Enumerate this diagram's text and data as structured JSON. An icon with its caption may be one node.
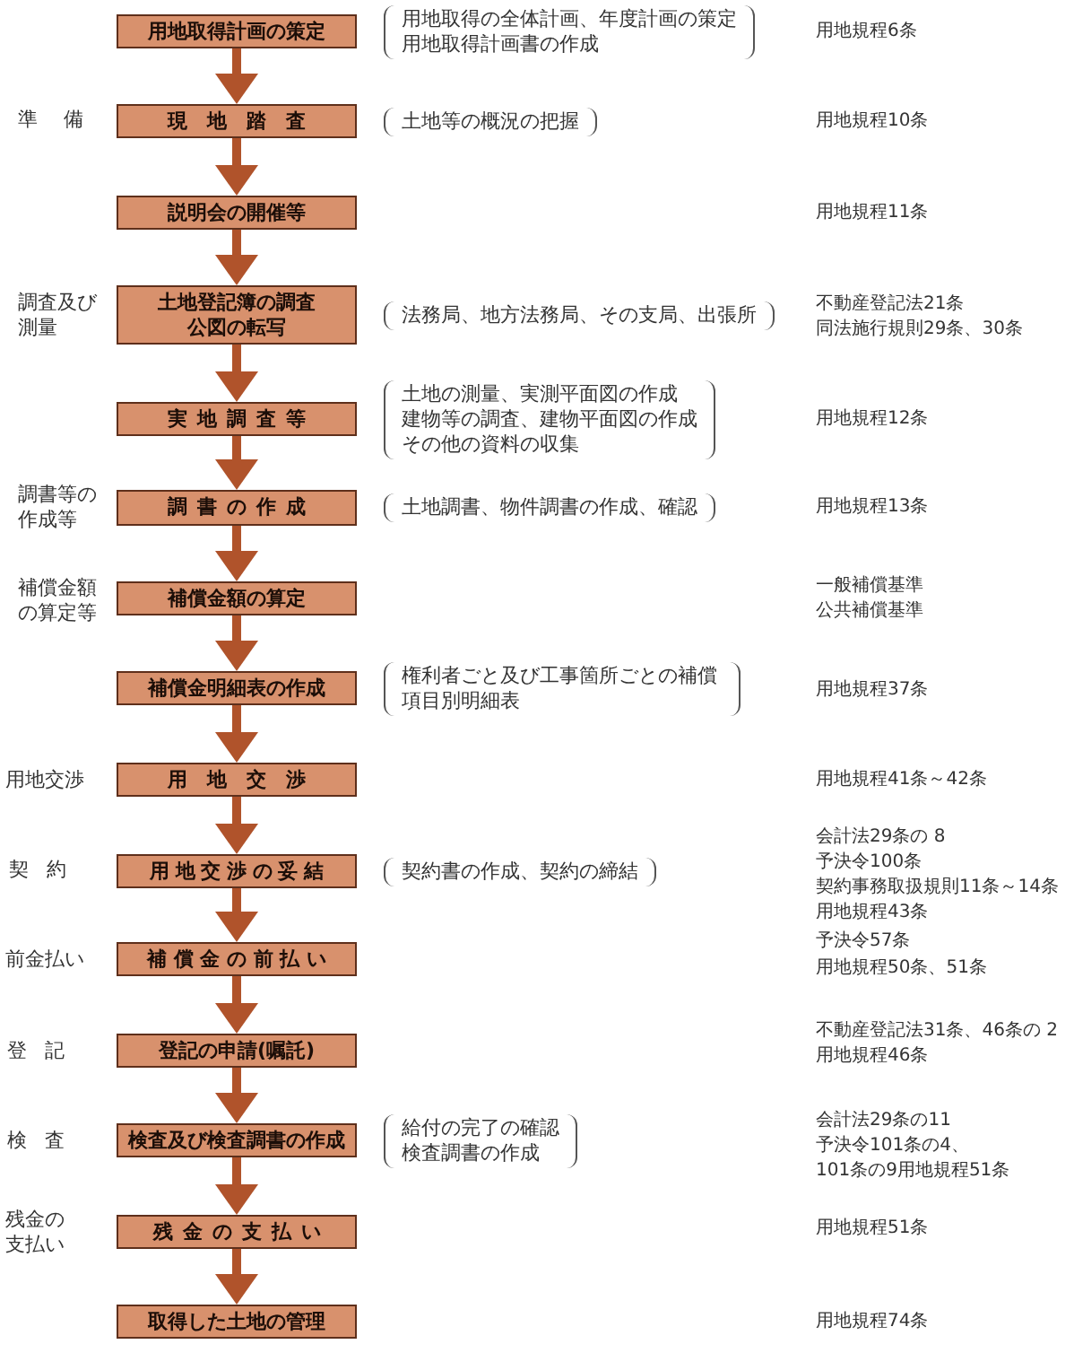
{
  "diagram": {
    "nodes": [
      {
        "text": [
          "用地取得計画の策定"
        ],
        "beside": [
          "用地取得の全体計画、年度計画の策定",
          "用地取得計画書の作成"
        ]
      },
      {
        "text": [
          "現地踏査"
        ],
        "beside": [
          "土地等の概況の把握"
        ]
      },
      {
        "text": [
          "説明会の開催等"
        ]
      },
      {
        "text": [
          "土地登記簿の調査公図の転写"
        ],
        "beside": [
          "法務局、地方法務局、その支局、出張所"
        ]
      },
      {
        "text": [
          "実地調査等"
        ],
        "beside": [
          "土地の測量、実測平面図の作成",
          "建物等の調査、建物平面図の作成",
          "その他の資料の収集"
        ]
      },
      {
        "text": [
          "調書の作成"
        ],
        "beside": [
          "土地調書、物件調書の作成、確認"
        ]
      },
      {
        "text": [
          "補償金額の算定"
        ]
      },
      {
        "text": [
          "補償金明細表の作成"
        ],
        "beside": [
          "権利者ごと及び工事箇所ごとの補償項目別明細表"
        ]
      },
      {
        "text": [
          "用地交渉"
        ]
      },
      {
        "text": [
          "用地交渉の妥結"
        ],
        "beside": [
          "契約書の作成、契約の締結"
        ]
      },
      {
        "text": [
          "補償金の前払い"
        ]
      },
      {
        "text": [
          "登記の申請(嘱託)"
        ]
      },
      {
        "text": [
          "検査及び検査調書の作成"
        ],
        "beside": [
          "給付の完了の確認",
          "検査調書の作成"
        ]
      },
      {
        "text": [
          "残金の支払い"
        ]
      },
      {
        "text": [
          "取得した土地の管理"
        ]
      }
    ],
    "edges": [
      {
        "from": 0,
        "to": 1,
        "arrow": "to"
      },
      {
        "from": 1,
        "to": 2,
        "arrow": "to"
      },
      {
        "from": 2,
        "to": 3,
        "arrow": "to"
      },
      {
        "from": 3,
        "to": 4,
        "arrow": "to"
      },
      {
        "from": 4,
        "to": 5,
        "arrow": "to"
      },
      {
        "from": 5,
        "to": 6,
        "arrow": "to"
      },
      {
        "from": 6,
        "to": 7,
        "arrow": "to"
      },
      {
        "from": 7,
        "to": 8,
        "arrow": "to"
      },
      {
        "from": 8,
        "to": 9,
        "arrow": "to"
      },
      {
        "from": 9,
        "to": 10,
        "arrow": "to"
      },
      {
        "from": 10,
        "to": 11,
        "arrow": "to"
      },
      {
        "from": 11,
        "to": 12,
        "arrow": "to"
      },
      {
        "from": 12,
        "to": 13,
        "arrow": "to"
      },
      {
        "from": 13,
        "to": 14,
        "arrow": "to"
      }
    ],
    "labels": [
      "用地規程6条",
      "準備",
      "用地規程10条",
      "用地規程11条",
      "調査及び測量",
      "不動産登記法21条",
      "同法施行規則29条、30条",
      "用地規程12条",
      "調書等の作成等",
      "用地規程13条",
      "補償金額の算定等",
      "一般補償基準",
      "公共補償基準",
      "用地規程37条",
      "用地交渉",
      "用地規程41条～42条",
      "契約",
      "会計法29条の 8",
      "予決令100条",
      "契約事務取扱規則11条～14条",
      "用地規程43条",
      "前金払い",
      "予決令57条",
      "用地規程50条、51条",
      "登記",
      "不動産登記法31条、46条の 2",
      "用地規程46条",
      "検査",
      "会計法29条の11",
      "予決令101条の4、",
      "101条の9用地規程51条",
      "残金の支払い",
      "用地規程51条",
      "用地規程74条"
    ]
  }
}
